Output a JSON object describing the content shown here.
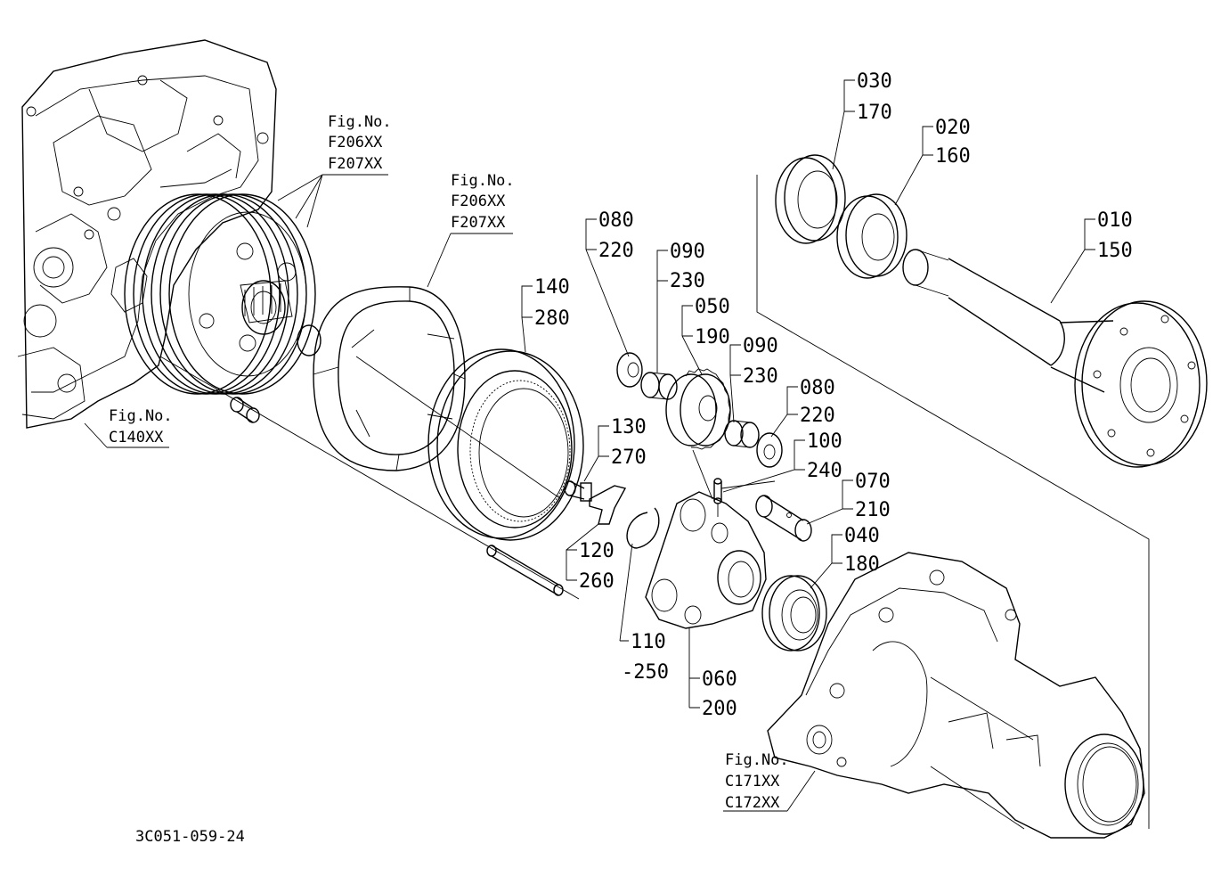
{
  "drawing_number": "3C051-059-24",
  "figure_refs": [
    {
      "id": "ref_transmission",
      "lines": [
        "Fig.No.",
        "F206XX",
        "F207XX"
      ]
    },
    {
      "id": "ref_brake",
      "lines": [
        "Fig.No.",
        "F206XX",
        "F207XX"
      ]
    },
    {
      "id": "ref_case",
      "lines": [
        "Fig.No.",
        "C140XX"
      ]
    },
    {
      "id": "ref_axle_case",
      "lines": [
        "Fig.No.",
        "C171XX",
        "C172XX"
      ]
    }
  ],
  "callouts": [
    {
      "id": "p030",
      "top": "030",
      "bottom": "170"
    },
    {
      "id": "p020",
      "top": "020",
      "bottom": "160"
    },
    {
      "id": "p010",
      "top": "010",
      "bottom": "150"
    },
    {
      "id": "p080a",
      "top": "080",
      "bottom": "220"
    },
    {
      "id": "p090a",
      "top": "090",
      "bottom": "230"
    },
    {
      "id": "p140",
      "top": "140",
      "bottom": "280"
    },
    {
      "id": "p050",
      "top": "050",
      "bottom": "190"
    },
    {
      "id": "p090b",
      "top": "090",
      "bottom": "230"
    },
    {
      "id": "p080b",
      "top": "080",
      "bottom": "220"
    },
    {
      "id": "p100",
      "top": "100",
      "bottom": "240"
    },
    {
      "id": "p130",
      "top": "130",
      "bottom": "270"
    },
    {
      "id": "p070",
      "top": "070",
      "bottom": "210"
    },
    {
      "id": "p040",
      "top": "040",
      "bottom": "180"
    },
    {
      "id": "p120",
      "top": "120",
      "bottom": "260"
    },
    {
      "id": "p110",
      "top": "110",
      "bottom": "-250"
    },
    {
      "id": "p060",
      "top": "060",
      "bottom": "200"
    }
  ]
}
